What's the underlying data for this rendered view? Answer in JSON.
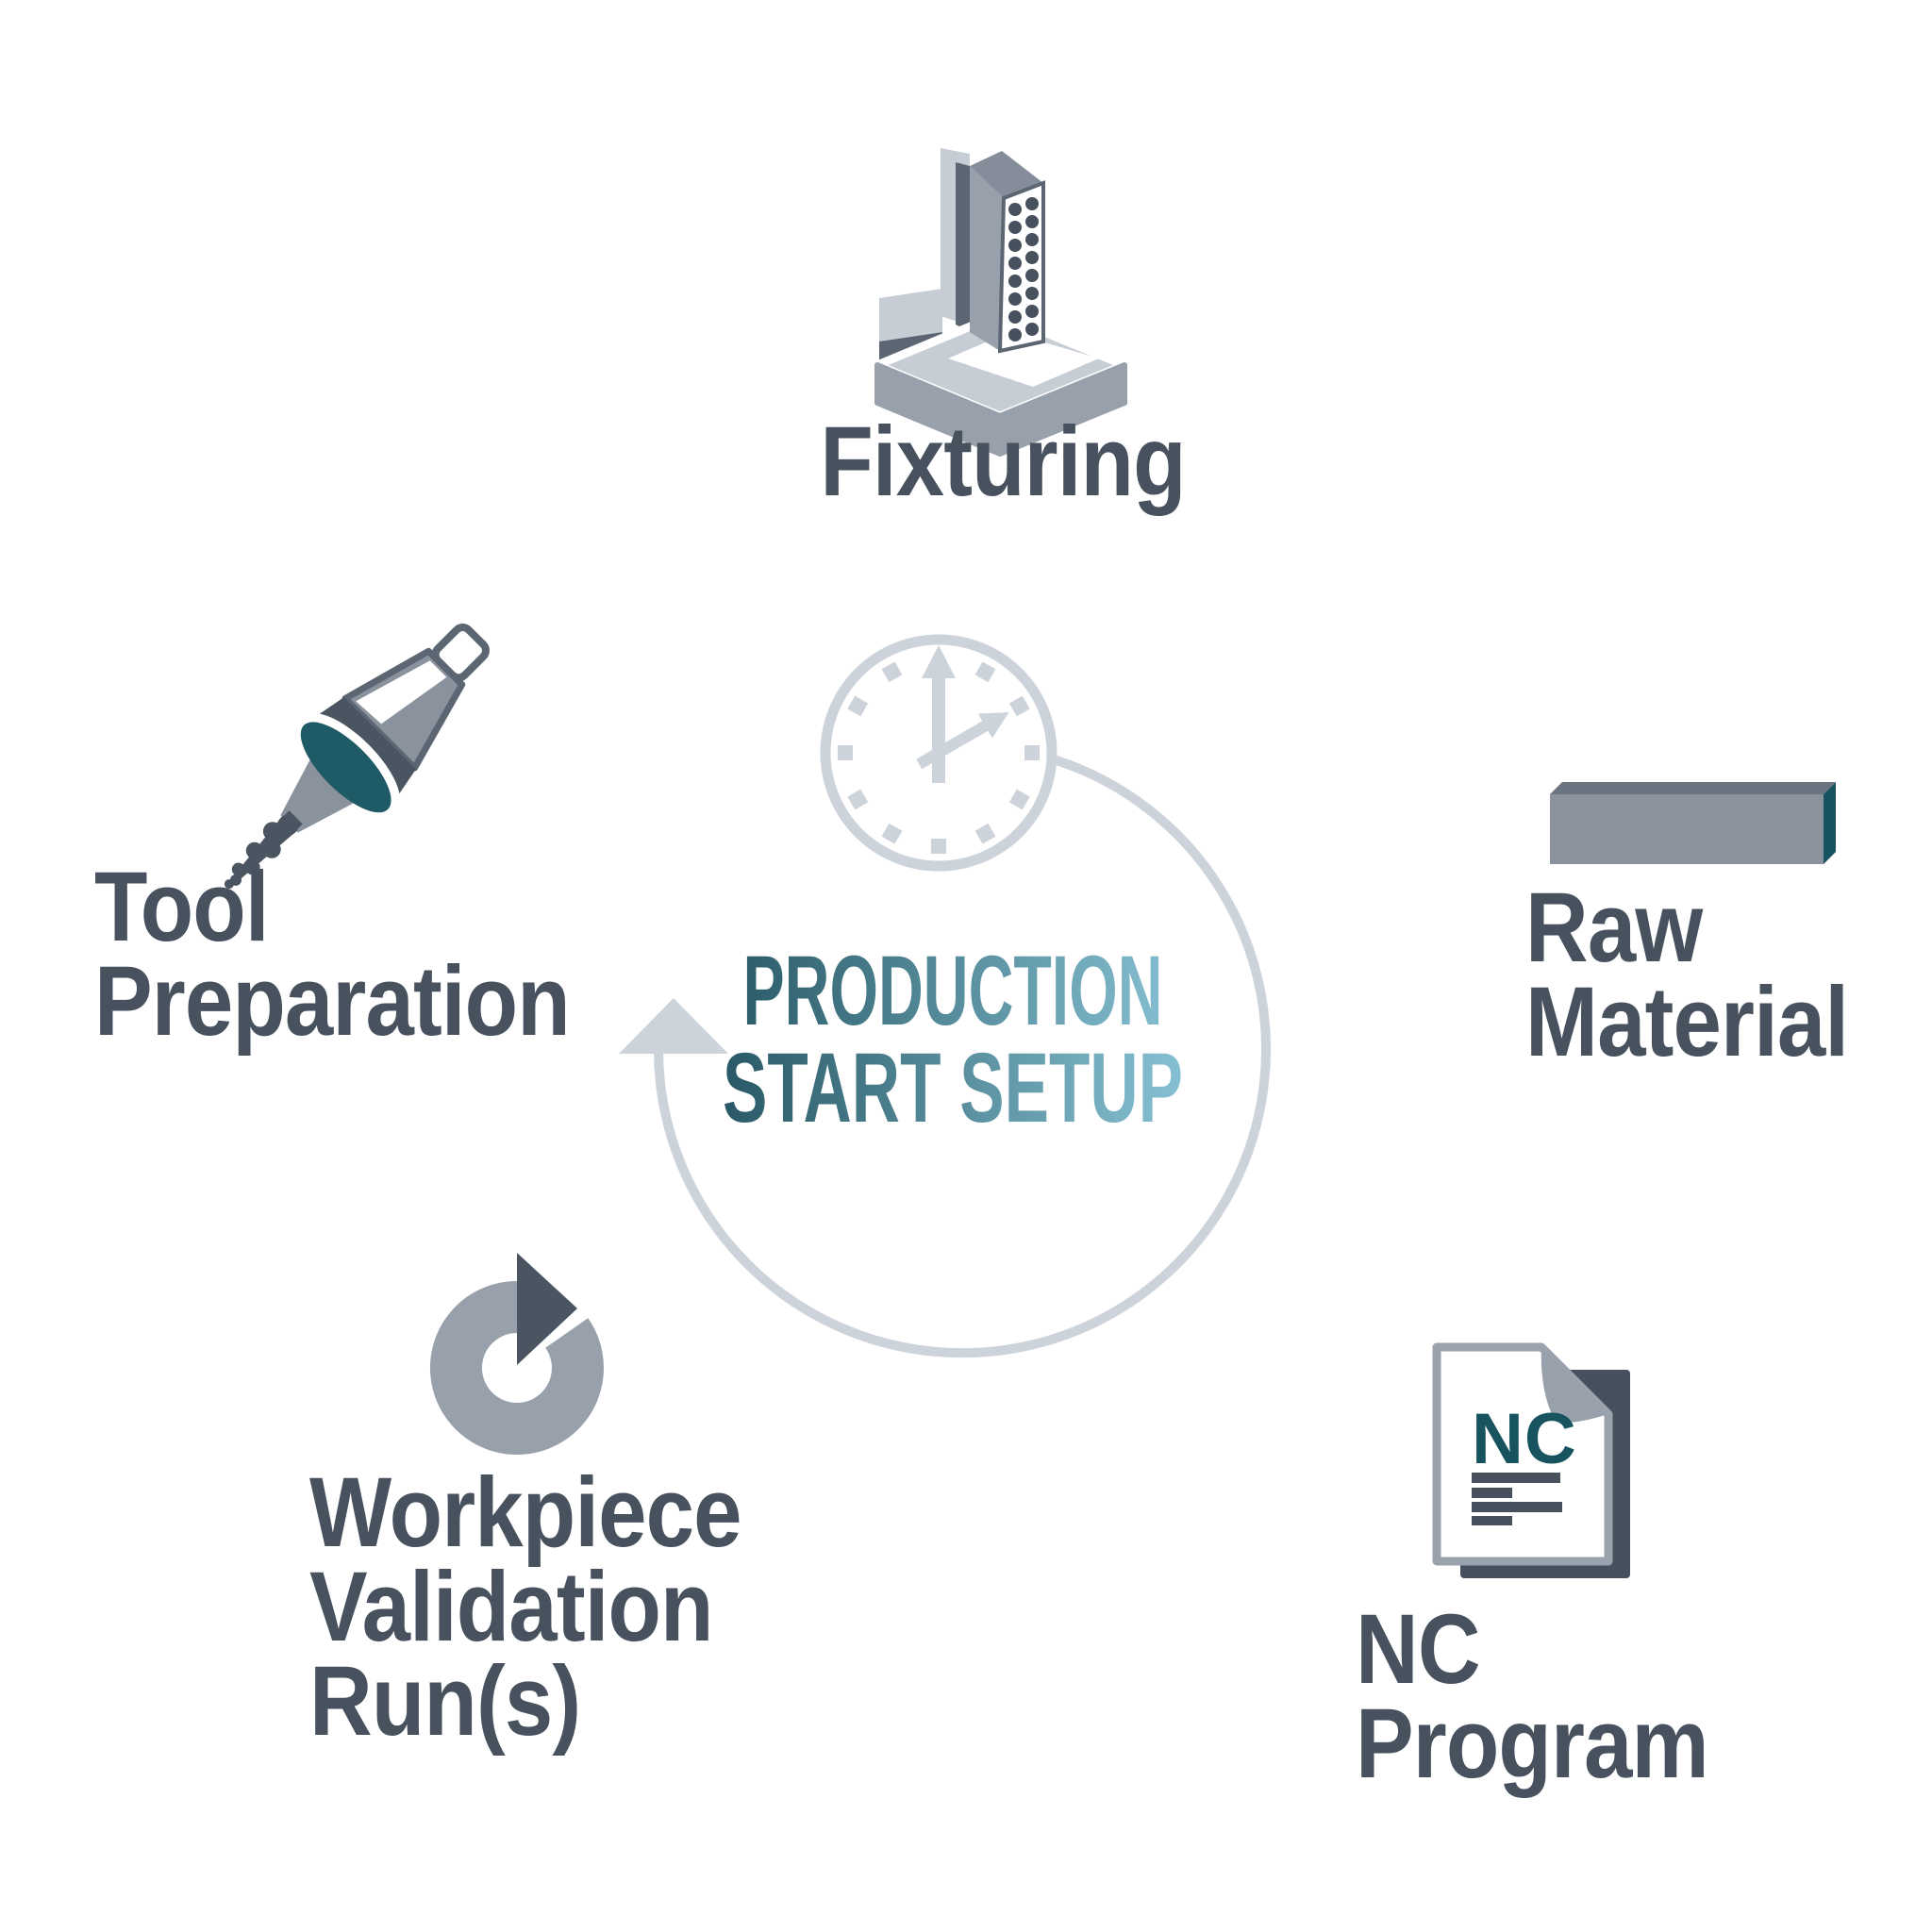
{
  "center": {
    "line1": "PRODUCTION",
    "line2": "START SETUP",
    "icon": "clock-icon"
  },
  "nodes": {
    "fixturing": {
      "label": "Fixturing",
      "icon": "fixture-clamping-tower-icon"
    },
    "raw_material": {
      "line1": "Raw",
      "line2": "Material",
      "icon": "raw-material-bar-icon"
    },
    "nc_program": {
      "line1": "NC",
      "line2": "Program",
      "icon": "nc-document-icon",
      "doc_text": "NC"
    },
    "workpiece_validation": {
      "line1": "Workpiece",
      "line2": "Validation",
      "line3": "Run(s)",
      "icon": "validation-cycle-arrow-icon"
    },
    "tool_preparation": {
      "line1": "Tool",
      "line2": "Preparation",
      "icon": "tool-holder-drill-icon"
    }
  },
  "colors": {
    "label_text": "#48525e",
    "teal_accent": "#1e5b66",
    "title_gradient_start": "#2a5a67",
    "title_gradient_end": "#86c1d3",
    "cycle_light_gray": "#cdd3da",
    "icon_mid_gray": "#98a0ab",
    "icon_dark_slate": "#4a5561"
  }
}
